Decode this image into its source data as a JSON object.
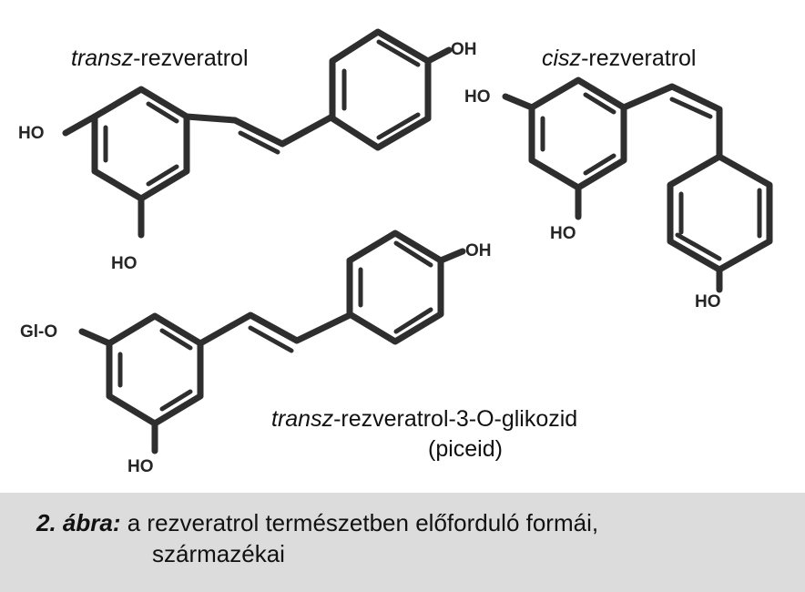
{
  "compounds": {
    "trans": {
      "name_prefix": "transz",
      "name_rest": "-rezveratrol",
      "groups": {
        "left": "HO",
        "bottom": "HO",
        "para": "OH"
      }
    },
    "cis": {
      "name_prefix": "cisz",
      "name_rest": "-rezveratrol",
      "groups": {
        "left": "HO",
        "bottom": "HO",
        "para": "HO"
      }
    },
    "piceid": {
      "name_prefix": "transz",
      "name_rest": "-rezveratrol-3-O-glikozid",
      "name_line2": "(piceid)",
      "groups": {
        "left": "Gl-O",
        "bottom": "HO",
        "para": "OH"
      }
    }
  },
  "caption": {
    "label": "2. ábra:",
    "text_line1": "a rezveratrol természetben előforduló formái,",
    "text_line2": "származékai"
  }
}
